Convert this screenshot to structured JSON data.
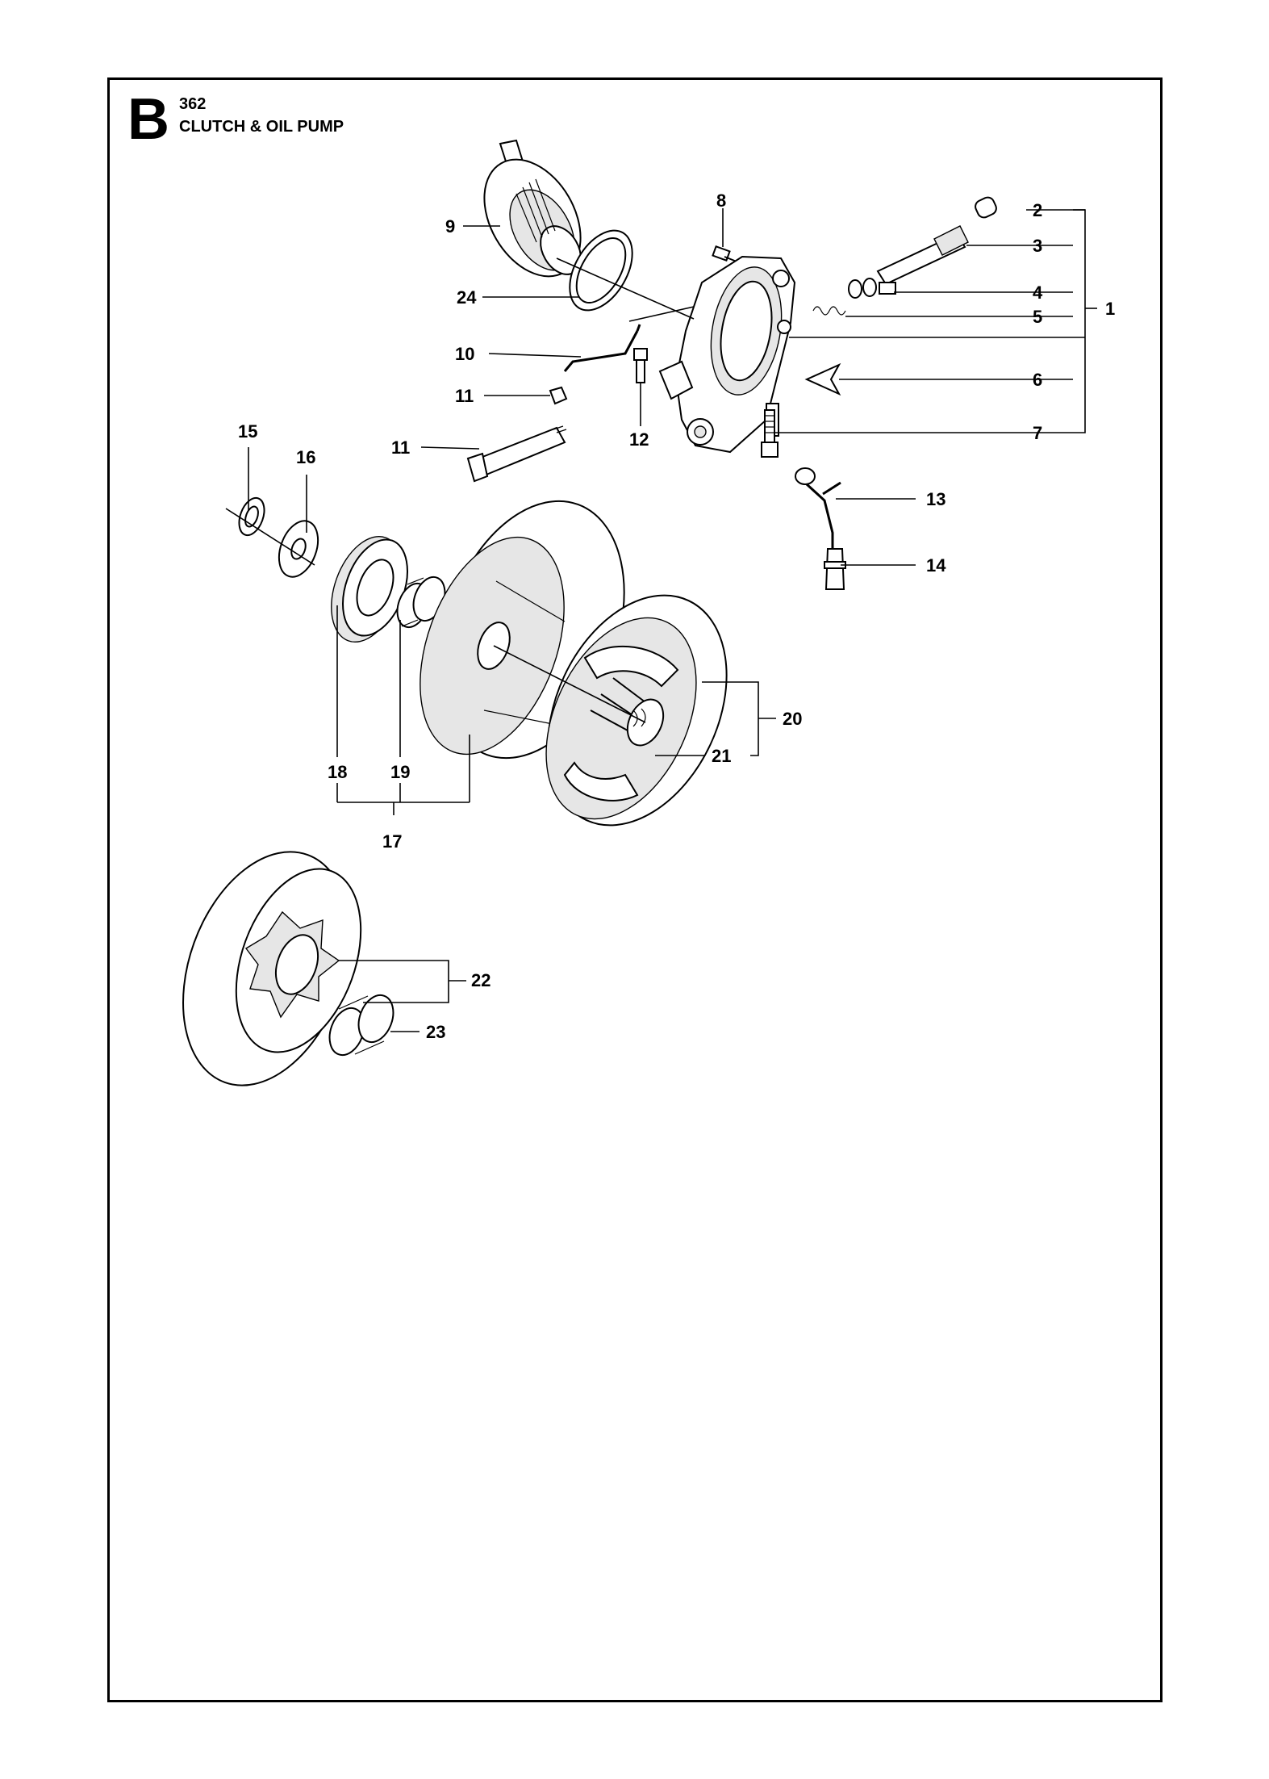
{
  "header": {
    "section_letter": "B",
    "model": "362",
    "title": "CLUTCH & OIL PUMP"
  },
  "callouts": {
    "c1": "1",
    "c2": "2",
    "c3": "3",
    "c4": "4",
    "c5": "5",
    "c6": "6",
    "c7": "7",
    "c8": "8",
    "c9": "9",
    "c10": "10",
    "c11a": "11",
    "c11b": "11",
    "c12": "12",
    "c13": "13",
    "c14": "14",
    "c15": "15",
    "c16": "16",
    "c17": "17",
    "c18": "18",
    "c19": "19",
    "c20": "20",
    "c21": "21",
    "c22": "22",
    "c23": "23",
    "c24": "24"
  }
}
